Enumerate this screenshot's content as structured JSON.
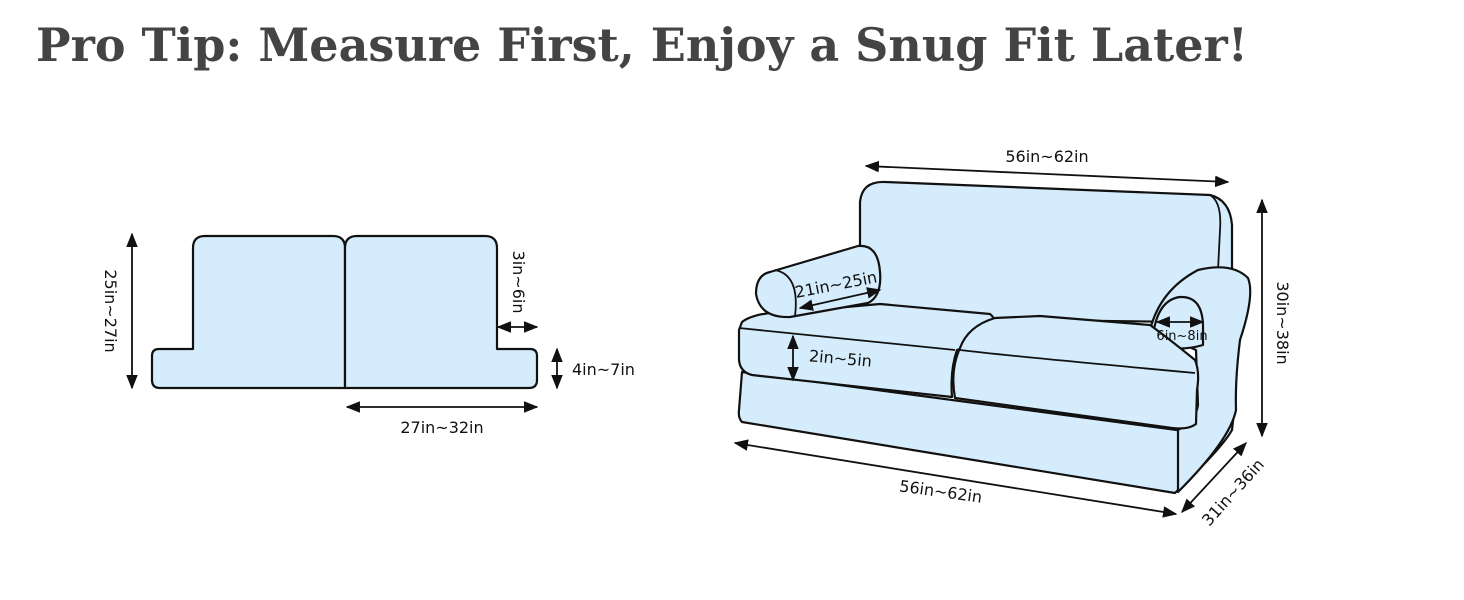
{
  "title": "Pro Tip: Measure First, Enjoy a Snug Fit Later!",
  "colors": {
    "fill": "#d4ecfb",
    "outline": "#111111",
    "title": "#444444"
  },
  "cushion_diagram": {
    "height": "25in~27in",
    "side_depth": "3in~6in",
    "thickness": "4in~7in",
    "width": "27in~32in"
  },
  "sofa_diagram": {
    "back_width": "56in~62in",
    "arm_length": "21in~25in",
    "cushion_thickness": "2in~5in",
    "arm_width": "6in~8in",
    "height": "30in~38in",
    "front_width": "56in~62in",
    "depth": "31in~36in"
  }
}
